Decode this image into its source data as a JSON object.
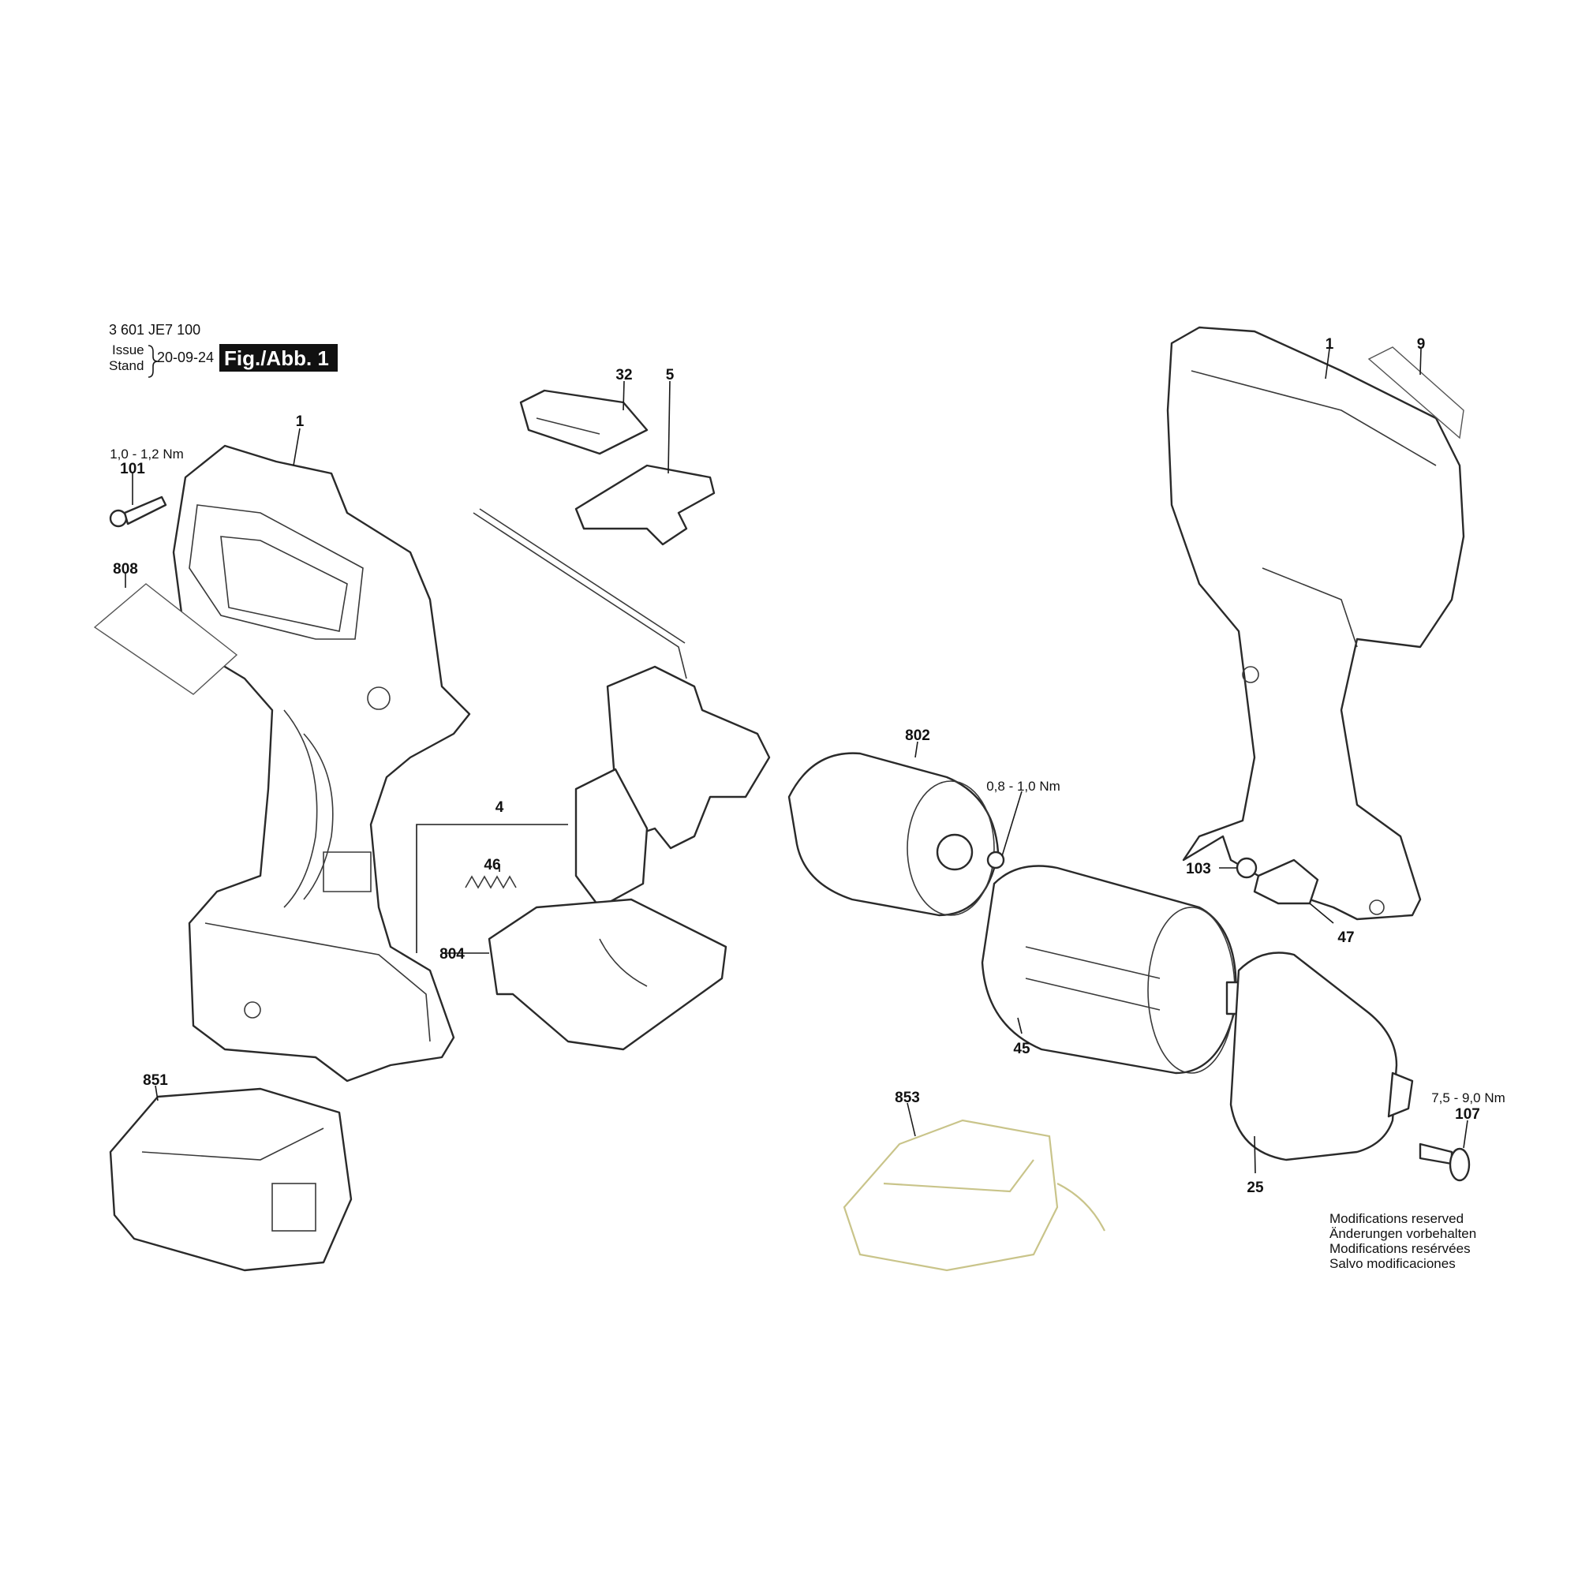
{
  "header": {
    "part_number": "3 601 JE7 100",
    "issue_label": "Issue",
    "stand_label": "Stand",
    "date": "20-09-24",
    "figure_label": "Fig./Abb. 1"
  },
  "parts": {
    "housing_left": "1",
    "screw_torque": "1,0 - 1,2 Nm",
    "screw": "101",
    "label_left": "808",
    "switch_cap_a": "32",
    "switch_cap_b": "5",
    "switch_assembly": "4",
    "spring": "46",
    "electronics": "804",
    "motor": "802",
    "motor_torque": "0,8 - 1,0 Nm",
    "housing_right": "1",
    "nameplate": "9",
    "nut": "103",
    "led_cover": "47",
    "gearbox": "45",
    "battery": "851",
    "charger": "853",
    "chuck_screw_torque": "7,5 - 9,0 Nm",
    "chuck_screw": "107",
    "chuck": "25"
  },
  "notes": [
    "Modifications reserved",
    "Änderungen vorbehalten",
    "Modifications resérvées",
    "Salvo modificaciones"
  ]
}
